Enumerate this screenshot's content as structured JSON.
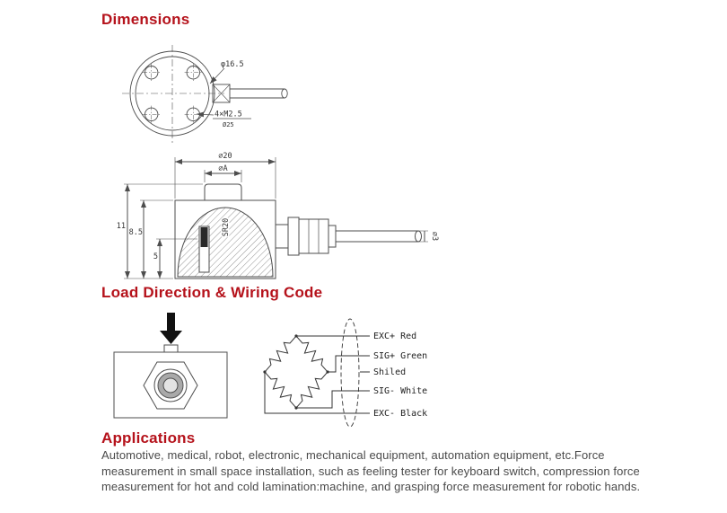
{
  "sections": {
    "dimensions": {
      "title": "Dimensions"
    },
    "load_wiring": {
      "title": "Load Direction & Wiring Code"
    },
    "applications": {
      "title": "Applications",
      "body": "Automotive, medical, robot, electronic, mechanical equipment, automation equipment, etc.Force measurement in small space installation, such as feeling tester for keyboard switch, compression force measurement for hot and cold lamination:machine, and grasping force measurement for robotic hands."
    }
  },
  "drawings": {
    "top_view": {
      "dia_label": "φ16.5",
      "screw_label": "4×M2.5",
      "screw_sub_label": "Ø25"
    },
    "side_view": {
      "dia_outer": "∅20",
      "dia_cap": "∅A",
      "height_total": "11",
      "height_body": "8.5",
      "height_inner": "5",
      "sphere_radius": "SR20",
      "cable_dia": "∅3"
    },
    "wiring": {
      "labels": [
        "EXC+ Red",
        "SIG+ Green",
        "Shiled",
        "SIG- White",
        "EXC- Black"
      ]
    }
  },
  "colors": {
    "heading": "#b5121b",
    "body_text": "#4a4a4a",
    "drawing_line": "#4d4d4d"
  }
}
